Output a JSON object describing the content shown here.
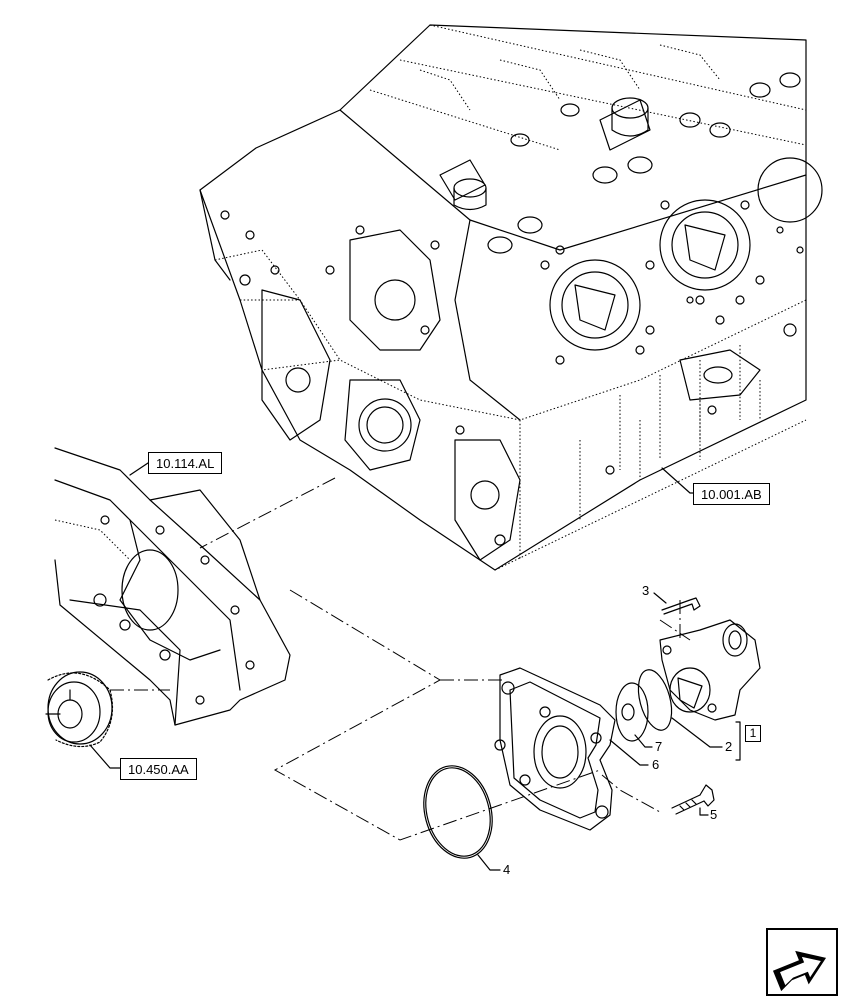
{
  "references": {
    "engine_block": "10.001.AB",
    "front_cover": "10.114.AL",
    "gear": "10.450.AA"
  },
  "callouts": {
    "part_2": "2",
    "part_3": "3",
    "part_4": "4",
    "part_5": "5",
    "part_6": "6",
    "part_7": "7",
    "kit": "1"
  },
  "nav": {
    "icon": "next-page-arrow-icon"
  }
}
